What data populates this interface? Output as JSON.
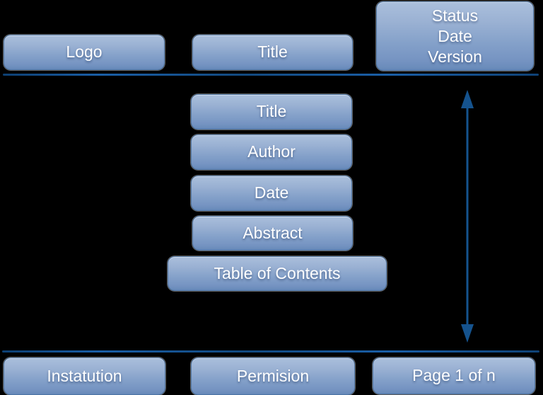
{
  "diagram": {
    "title": "document-template-layout",
    "header": {
      "logo": {
        "label": "Logo"
      },
      "title": {
        "label": "Title"
      },
      "status": {
        "lines": [
          "Status",
          "Date",
          "Version"
        ]
      }
    },
    "body": {
      "title": {
        "label": "Title"
      },
      "author": {
        "label": "Author"
      },
      "date": {
        "label": "Date"
      },
      "abstract": {
        "label": "Abstract"
      },
      "table_of_contents": {
        "label": "Table of Contents"
      }
    },
    "footer": {
      "institution": {
        "label": "Instatution"
      },
      "permission": {
        "label": "Permision"
      },
      "page_number": {
        "label": "Page 1 of n"
      }
    },
    "colors": {
      "background": "#000000",
      "box_gradient_top": "#aabfdc",
      "box_gradient_bottom": "#6285b6",
      "box_border": "#4e75a4",
      "rule_line": "#14518c",
      "arrow": "#15538e",
      "text": "#ffffff"
    }
  }
}
